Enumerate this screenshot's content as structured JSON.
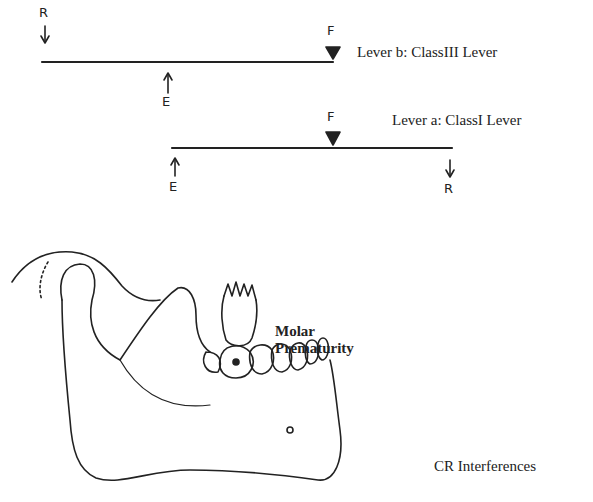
{
  "diagram": {
    "labels": [
      "R",
      "F",
      "Lever b: ClassIII Lever",
      "E",
      "F",
      "Lever a: ClassI Lever",
      "E",
      "R",
      "Molar Prematurity",
      "CR Interferences"
    ]
  }
}
